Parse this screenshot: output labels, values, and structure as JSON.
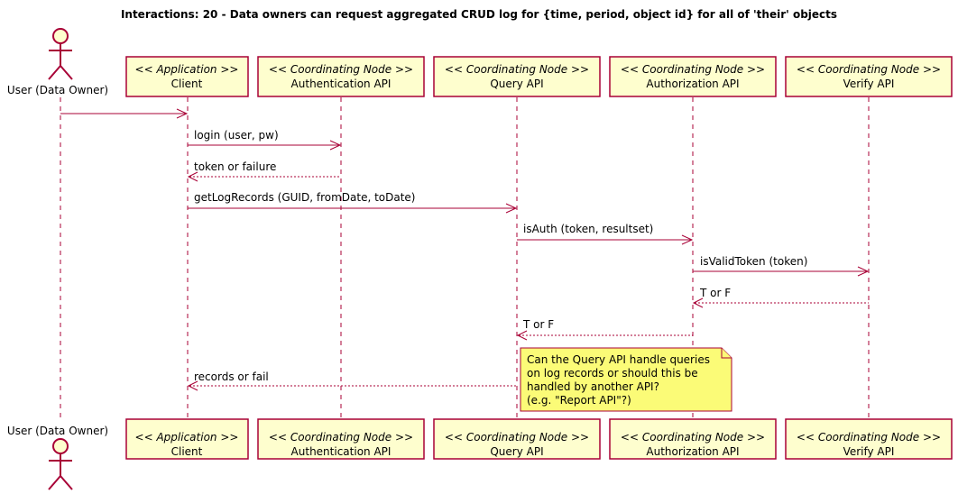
{
  "title": "Interactions: 20 - Data owners can request aggregated CRUD log for {time, period, object id} for all of 'their' objects",
  "actor": {
    "label": "User (Data Owner)"
  },
  "participants": [
    {
      "stereotype": "<< Application >>",
      "name": "Client"
    },
    {
      "stereotype": "<< Coordinating Node >>",
      "name": "Authentication API"
    },
    {
      "stereotype": "<< Coordinating Node >>",
      "name": "Query API"
    },
    {
      "stereotype": "<< Coordinating Node >>",
      "name": "Authorization API"
    },
    {
      "stereotype": "<< Coordinating Node >>",
      "name": "Verify API"
    }
  ],
  "messages": [
    {
      "from": "user",
      "to": "client",
      "label": "",
      "style": "solid"
    },
    {
      "from": "client",
      "to": "auth",
      "label": "login (user, pw)",
      "style": "solid"
    },
    {
      "from": "auth",
      "to": "client",
      "label": "token or failure",
      "style": "dashed"
    },
    {
      "from": "client",
      "to": "query",
      "label": "getLogRecords (GUID, fromDate, toDate)",
      "style": "solid"
    },
    {
      "from": "query",
      "to": "authz",
      "label": "isAuth (token, resultset)",
      "style": "solid"
    },
    {
      "from": "authz",
      "to": "verify",
      "label": "isValidToken (token)",
      "style": "solid"
    },
    {
      "from": "verify",
      "to": "authz",
      "label": "T or F",
      "style": "dashed"
    },
    {
      "from": "authz",
      "to": "query",
      "label": "T or F",
      "style": "dashed"
    },
    {
      "from": "query",
      "to": "client",
      "label": "records or fail",
      "style": "dashed"
    }
  ],
  "note": {
    "lines": [
      "Can the Query API handle queries",
      "on log records or should this be",
      "handled by another API?",
      "(e.g. \"Report API\"?)"
    ]
  },
  "colors": {
    "border": "#A80036",
    "participant_fill": "#FEFECE",
    "note_fill": "#FBFB77"
  }
}
